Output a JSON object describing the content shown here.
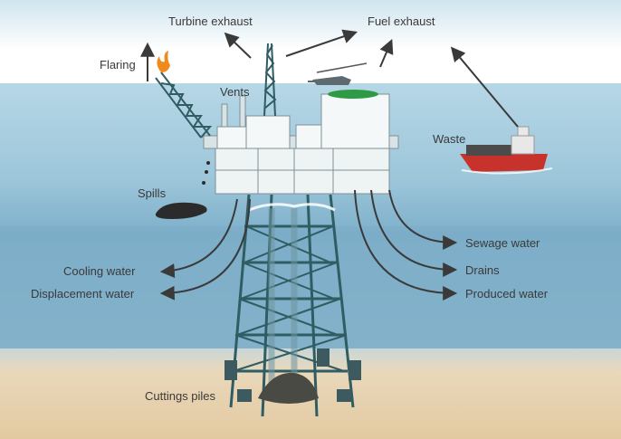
{
  "labels": {
    "turbine_exhaust": "Turbine exhaust",
    "fuel_exhaust": "Fuel exhaust",
    "flaring": "Flaring",
    "vents": "Vents",
    "waste": "Waste",
    "spills": "Spills",
    "sewage_water": "Sewage water",
    "drains": "Drains",
    "produced_water": "Produced water",
    "cooling_water": "Cooling water",
    "displacement_water": "Displacement water",
    "cuttings_piles": "Cuttings piles"
  },
  "colors": {
    "sky_top": "#eaf4f8",
    "sky_bottom": "#cfe3ec",
    "sea_surface": "#a9cfe0",
    "sea_deep": "#6a9fbd",
    "seabed": "#e8d3b0",
    "structure": "#2f5d63",
    "platform": "#e9f0f2",
    "arrow": "#3a3a3a",
    "flame": "#f08a1c",
    "ship_hull": "#c8322c",
    "helipad": "#2e9a44"
  }
}
